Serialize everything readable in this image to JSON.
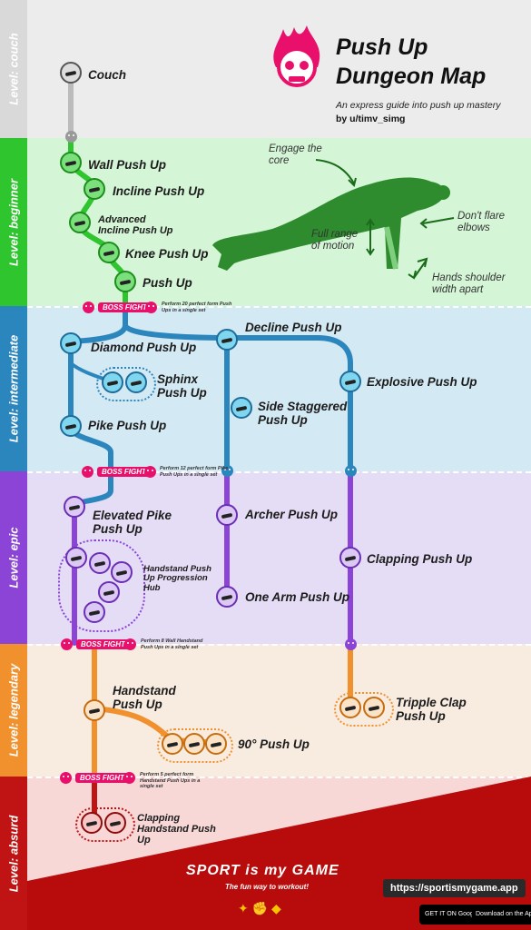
{
  "header": {
    "title_line1": "Push Up",
    "title_line2": "Dungeon Map",
    "subtitle": "An express guide into push up mastery",
    "author": "by u/timv_simg"
  },
  "levels": [
    {
      "id": "couch",
      "label": "Level: couch",
      "bg": "#ececec",
      "side": "#d9d9d9"
    },
    {
      "id": "beginner",
      "label": "Level: beginner",
      "bg": "#d4f5d6",
      "side": "#2ec52e"
    },
    {
      "id": "intermediate",
      "label": "Level: intermediate",
      "bg": "#d3e9f3",
      "side": "#2b86be"
    },
    {
      "id": "epic",
      "label": "Level: epic",
      "bg": "#e5dcf5",
      "side": "#8b44d6"
    },
    {
      "id": "legendary",
      "label": "Level: legendary",
      "bg": "#f8ebe0",
      "side": "#f0912e"
    },
    {
      "id": "absurd",
      "label": "Level: absurd",
      "bg": "#f8d7d7",
      "side": "#c01313"
    }
  ],
  "exercises": {
    "couch": "Couch",
    "wall": "Wall Push Up",
    "incline": "Incline Push Up",
    "adv_incline": "Advanced Incline Push Up",
    "knee": "Knee Push Up",
    "pushup": "Push Up",
    "diamond": "Diamond Push Up",
    "decline": "Decline Push Up",
    "sphinx": "Sphinx Push Up",
    "explosive": "Explosive Push Up",
    "side_staggered": "Side Staggered Push Up",
    "pike": "Pike Push Up",
    "elevated_pike": "Elevated Pike Push Up",
    "handstand_hub": "Handstand Push Up Progression Hub",
    "archer": "Archer Push Up",
    "clapping": "Clapping Push Up",
    "one_arm": "One Arm Push Up",
    "handstand": "Handstand Push Up",
    "ninety": "90° Push Up",
    "triple_clap": "Tripple Clap Push Up",
    "clapping_handstand": "Clapping Handstand Push Up"
  },
  "boss": {
    "label": "BOSS FIGHT!",
    "b1": "Perform 20 perfect form Push Ups in a single set",
    "b2": "Perform 12 perfect form Pike Push Ups in a single set",
    "b3": "Perform 8 Wall Handstand Push Ups in a single set",
    "b4": "Perform 5 perfect form Handstand Push Ups in a single set"
  },
  "annotations": {
    "core": "Engage the core",
    "range": "Full range of motion",
    "elbows": "Don't flare elbows",
    "hands": "Hands shoulder width apart"
  },
  "footer": {
    "brand": "SPORT is my GAME",
    "tagline": "The fun way to workout!",
    "url": "https://sportismygame.app",
    "google": "GET IT ON Google Play",
    "apple": "Download on the App Store"
  },
  "colors": {
    "beginner": "#2ec52e",
    "intermediate": "#2b86be",
    "epic": "#8b44d6",
    "legendary": "#f0912e",
    "absurd": "#c01313",
    "pink": "#e8106b"
  }
}
